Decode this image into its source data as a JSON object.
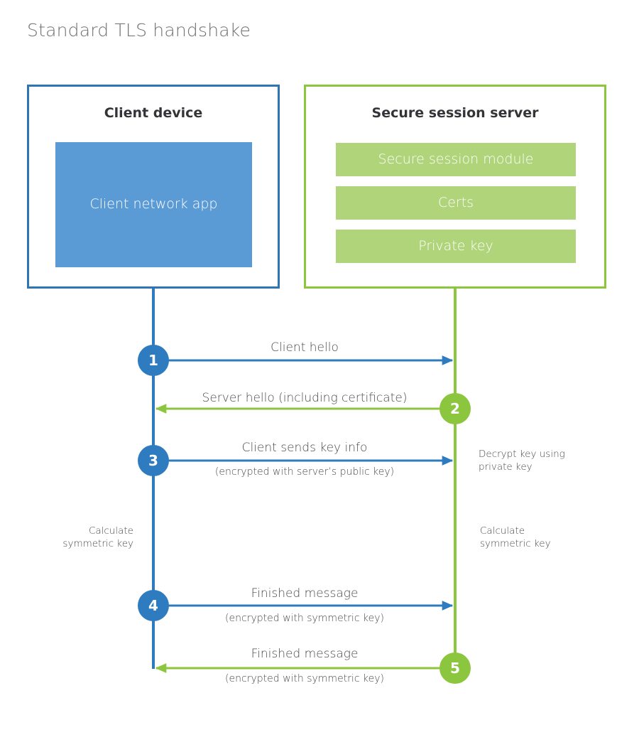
{
  "title": "Standard TLS handshake",
  "colors": {
    "client_border": "#2E75B6",
    "client_fill": "#5B9BD5",
    "server_border": "#8CC63E",
    "server_fill": "#AFD479",
    "client_line": "#2E7CBF",
    "server_line": "#8CC63E",
    "text": "#4a4b4d",
    "title_text": "#6f7072"
  },
  "client": {
    "title": "Client device",
    "app_label": "Client network app"
  },
  "server": {
    "title": "Secure session server",
    "blocks": [
      {
        "label": "Secure session module"
      },
      {
        "label": "Certs"
      },
      {
        "label": "Private key"
      }
    ]
  },
  "steps": [
    {
      "number": "1",
      "direction": "client-to-server",
      "color": "blue",
      "label": "Client hello",
      "sub_label": ""
    },
    {
      "number": "2",
      "direction": "server-to-client",
      "color": "green",
      "label": "Server hello (including certificate)",
      "sub_label": ""
    },
    {
      "number": "3",
      "direction": "client-to-server",
      "color": "blue",
      "label": "Client sends key info",
      "sub_label": "(encrypted with server’s public key)"
    },
    {
      "number": "4",
      "direction": "client-to-server",
      "color": "blue",
      "label": "Finished message",
      "sub_label": "(encrypted with symmetric key)"
    },
    {
      "number": "5",
      "direction": "server-to-client",
      "color": "green",
      "label": "Finished message",
      "sub_label": "(encrypted with symmetric key)"
    }
  ],
  "annotations": {
    "server_decrypt": "Decrypt key using\nprivate key",
    "client_calculate": "Calculate\nsymmetric key",
    "server_calculate": "Calculate\nsymmetric key"
  }
}
